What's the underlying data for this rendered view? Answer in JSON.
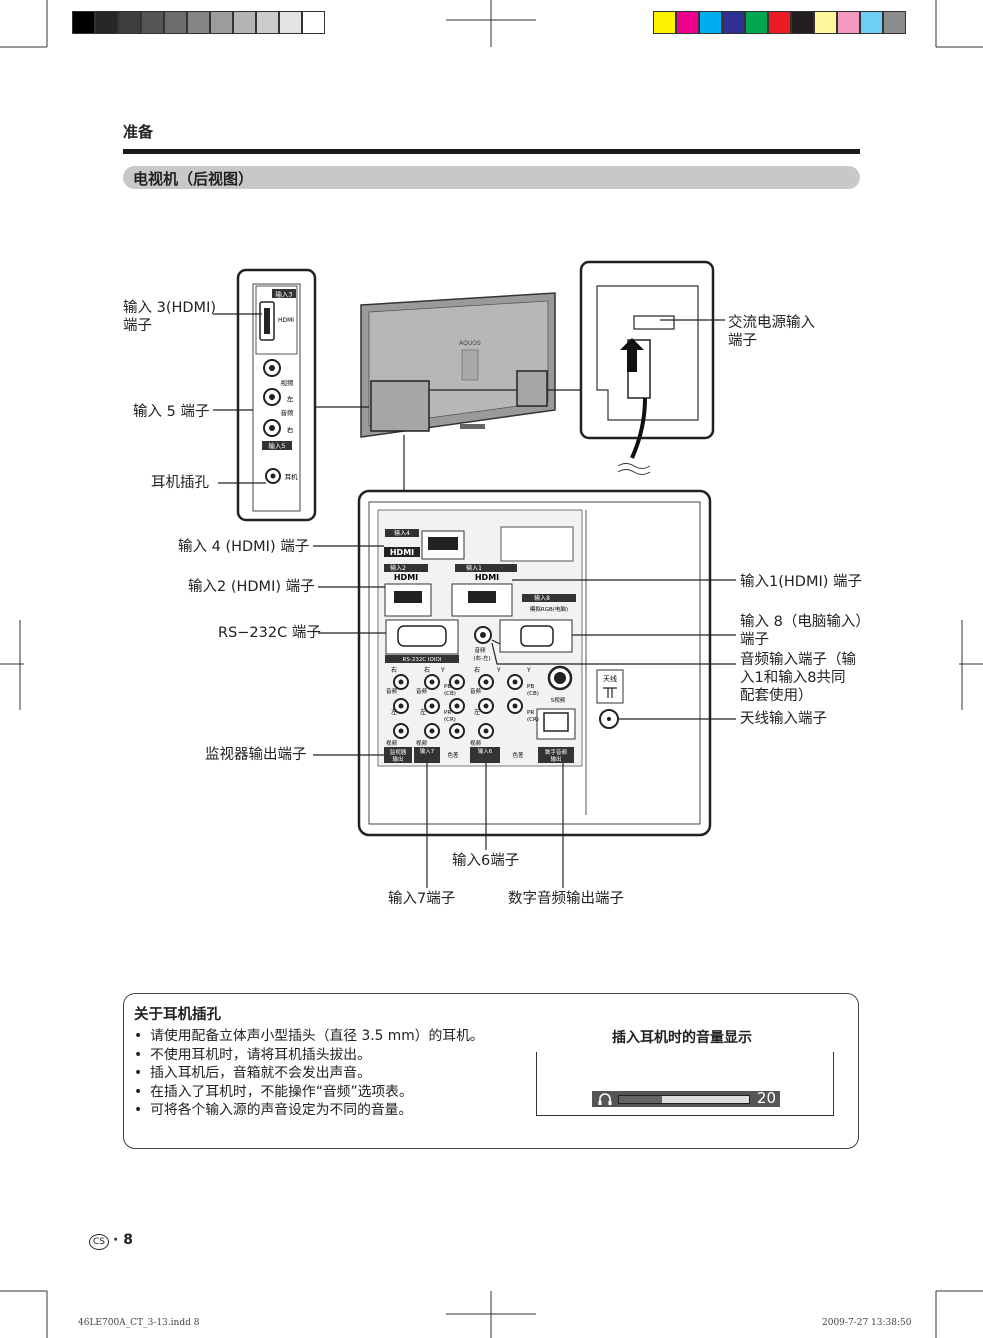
{
  "print_marks": {
    "grays": [
      "#000000",
      "#262626",
      "#3d3d3d",
      "#555555",
      "#6c6c6c",
      "#848484",
      "#9c9c9c",
      "#b4b4b4",
      "#cbcbcb",
      "#e3e3e3",
      "#ffffff"
    ],
    "colors": [
      "#fff200",
      "#ec008c",
      "#00aeef",
      "#2e3192",
      "#00a651",
      "#ed1c24",
      "#231f20",
      "#fff799",
      "#f49ac1",
      "#6dcff6",
      "#8c8c8c"
    ]
  },
  "header": {
    "section": "准备",
    "subsection": "电视机（后视图）"
  },
  "labels": {
    "hdmi3": [
      "输入 3(HDMI)",
      "端子"
    ],
    "input5": "输入 5 端子",
    "headphone": "耳机插孔",
    "ac": [
      "交流电源输入",
      "端子"
    ],
    "hdmi4": "输入 4 (HDMI) 端子",
    "hdmi2": "输入2 (HDMI) 端子",
    "rs232": "RS−232C 端子",
    "monitor_out": "监视器输出端子",
    "hdmi1": "输入1(HDMI) 端子",
    "input8": [
      "输入 8（电脑输入）",
      "端子"
    ],
    "audio_in": [
      "音频输入端子（输",
      "入1和输入8共同",
      "配套使用）"
    ],
    "antenna": "天线输入端子",
    "input6": "输入6端子",
    "input7": "输入7端子",
    "digital_audio": "数字音频输出端子"
  },
  "diagram_text": {
    "side_input3": "输入3",
    "side_hdmi": "HDMI",
    "side_video": "视频",
    "side_left": "左",
    "side_audio": "音频",
    "side_right": "右",
    "side_input5": "输入5",
    "side_headphone": "耳机",
    "tv_brand": "AQUOS",
    "p_input4": "输入4",
    "p_hdmi_logo": "HDMI",
    "p_input2": "输入2",
    "p_input1": "输入1",
    "p_input8": "输入8",
    "p_rgb": "模拟RGB(电脑)",
    "p_rs232": "RS-232C IOIOI",
    "p_audio": "音频",
    "p_audio_lr": "(右-左)",
    "p_svideo": "S视频",
    "p_antenna": "天线",
    "p_right": "右",
    "p_left": "左",
    "p_video": "视频",
    "p_y": "Y",
    "p_pb": "PB",
    "p_cb": "(CB)",
    "p_pr": "PR",
    "p_cr": "(CR)",
    "p_monitor_out": [
      "监视器",
      "输出"
    ],
    "p_input7": "输入7",
    "p_input6": "输入6",
    "p_component": "色差",
    "p_digital_audio": [
      "数字音频",
      "输出"
    ]
  },
  "note": {
    "title": "关于耳机插孔",
    "items": [
      "请使用配备立体声小型插头（直径 3.5 mm）的耳机。",
      "不使用耳机时，请将耳机插头拔出。",
      "插入耳机后，音箱就不会发出声音。",
      "在插入了耳机时，不能操作“音频”选项表。",
      "可将各个输入源的声音设定为不同的音量。"
    ],
    "volume_title": "插入耳机时的音量显示",
    "volume_value": "20",
    "volume_fraction": 0.33
  },
  "page": {
    "number": "8",
    "lang_mark": "CS"
  },
  "footer": {
    "file": "46LE700A_CT_3-13.indd   8",
    "datetime": "2009-7-27   13:38:50"
  }
}
